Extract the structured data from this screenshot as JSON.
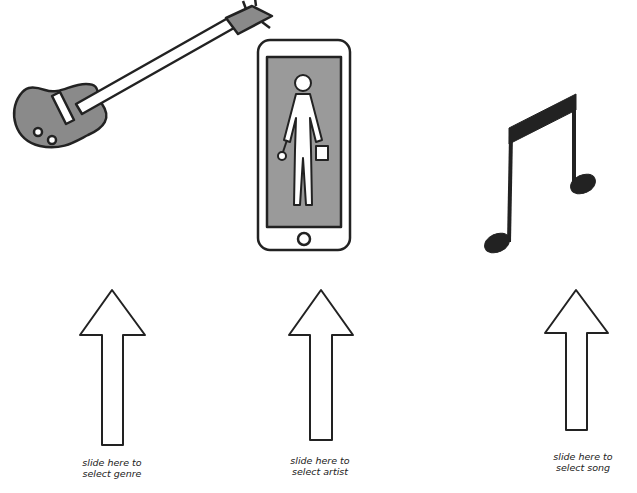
{
  "diagram": {
    "labels": [
      "slide here to select genre",
      "slide here to select artist",
      "slide here to select song"
    ]
  }
}
